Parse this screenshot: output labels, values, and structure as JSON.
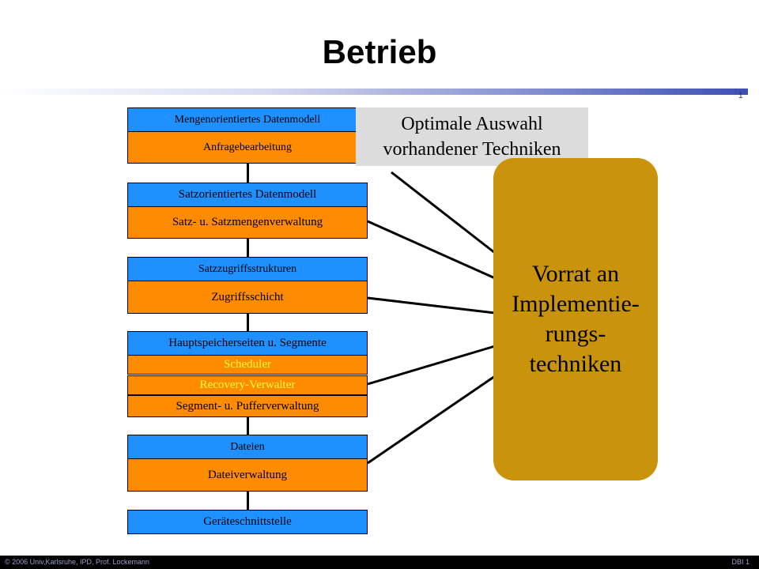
{
  "slide": {
    "title": "Betrieb",
    "slide_number": "1",
    "footer_left": "© 2006 Univ,Karlsruhe, IPD, Prof. Lockemann",
    "footer_right": "DBI 1"
  },
  "layers": {
    "l1_model": "Mengenorientiertes Datenmodell",
    "l1_impl": "Anfragebearbeitung",
    "l2_model": "Satzorientiertes Datenmodell",
    "l2_impl": "Satz- u. Satzmengenverwaltung",
    "l3_model": "Satzzugriffsstrukturen",
    "l3_impl": "Zugriffsschicht",
    "l4_model": "Hauptspeicherseiten u. Segmente",
    "l4_scheduler": "Scheduler",
    "l4_recovery": "Recovery-Verwalter",
    "l4_impl": "Segment- u. Pufferverwaltung",
    "l5_model": "Dateien",
    "l5_impl": "Dateiverwaltung",
    "l6_model": "Geräteschnittstelle"
  },
  "callouts": {
    "auswahl": "Optimale Auswahl\nvorhandener Techniken",
    "vorrat": "Vorrat an\nImplementie-\nrungs-\ntechniken"
  },
  "colors": {
    "interface_blue": "#1e90ff",
    "implementation_orange": "#ff8c00",
    "vorrat_gold": "#c9940c",
    "note_gray": "#dcdcdc"
  }
}
